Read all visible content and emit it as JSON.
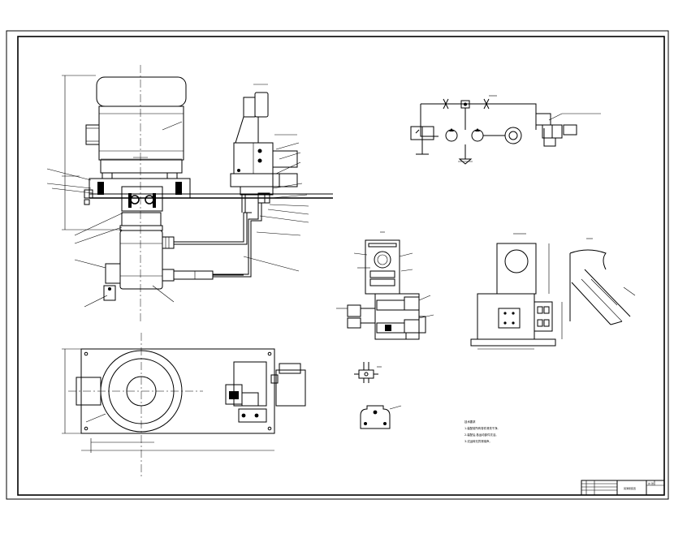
{
  "drawing": {
    "note_heading": "技术要求",
    "notes": [
      "1.装配前所有零件清洗干净,",
      "2.装配后,各运动部件灵活。",
      "3.试运转无异常噪声。"
    ],
    "title_block": {
      "drawing_name": "润滑泵装置",
      "sheet_label": "共 张"
    }
  }
}
